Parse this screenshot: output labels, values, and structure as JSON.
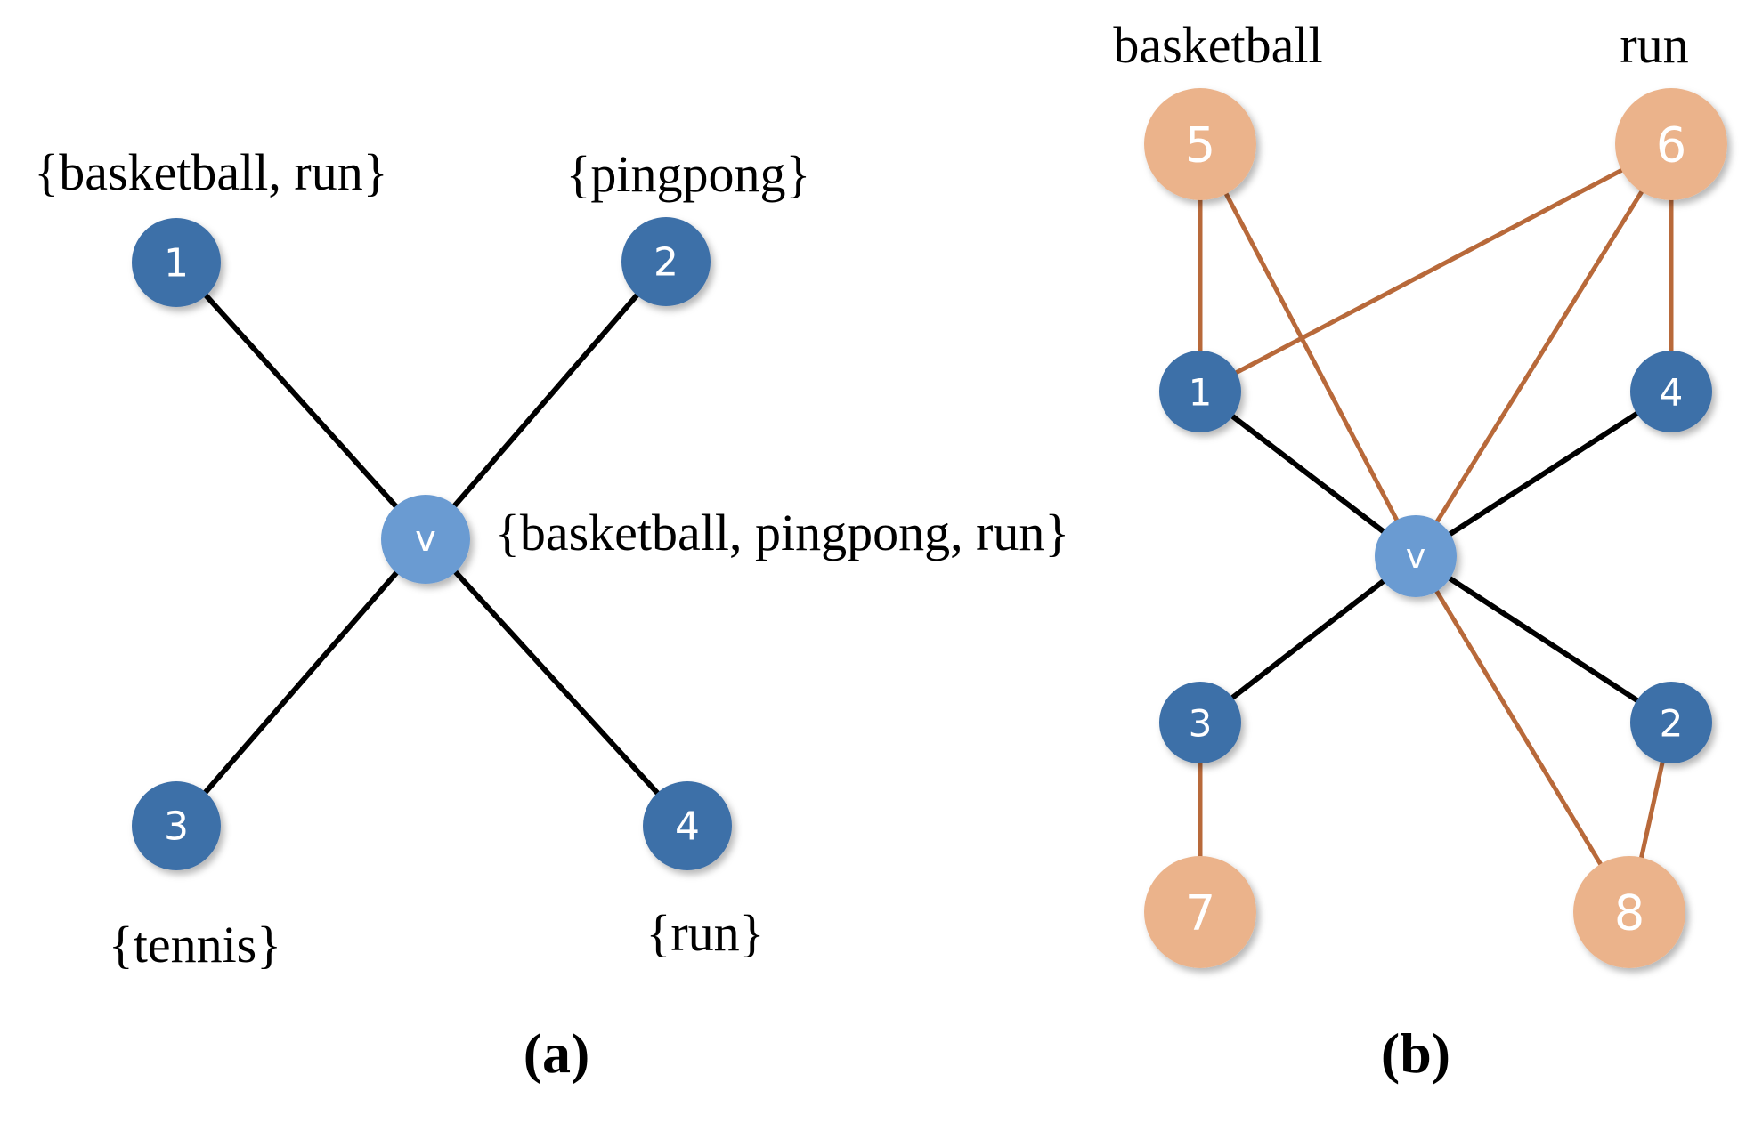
{
  "colors": {
    "node_dark": "#3E6FA8",
    "node_light": "#6B9BD2",
    "node_orange": "#EBB38B",
    "edge_black": "#000000",
    "edge_orange": "#B8693A"
  },
  "panel_a": {
    "caption": "(a)",
    "nodes": [
      {
        "id": "v",
        "label": "v",
        "kind": "center"
      },
      {
        "id": "1",
        "label": "1",
        "kind": "user"
      },
      {
        "id": "2",
        "label": "2",
        "kind": "user"
      },
      {
        "id": "3",
        "label": "3",
        "kind": "user"
      },
      {
        "id": "4",
        "label": "4",
        "kind": "user"
      }
    ],
    "edges": [
      {
        "from": "v",
        "to": "1"
      },
      {
        "from": "v",
        "to": "2"
      },
      {
        "from": "v",
        "to": "3"
      },
      {
        "from": "v",
        "to": "4"
      }
    ],
    "attributes": {
      "v": "{basketball, pingpong, run}",
      "n1": "{basketball, run}",
      "n2": "{pingpong}",
      "n3": "{tennis}",
      "n4": "{run}"
    }
  },
  "panel_b": {
    "caption": "(b)",
    "nodes": [
      {
        "id": "v",
        "label": "v",
        "kind": "center"
      },
      {
        "id": "1",
        "label": "1",
        "kind": "user"
      },
      {
        "id": "2",
        "label": "2",
        "kind": "user"
      },
      {
        "id": "3",
        "label": "3",
        "kind": "user"
      },
      {
        "id": "4",
        "label": "4",
        "kind": "user"
      },
      {
        "id": "5",
        "label": "5",
        "kind": "attribute"
      },
      {
        "id": "6",
        "label": "6",
        "kind": "attribute"
      },
      {
        "id": "7",
        "label": "7",
        "kind": "attribute"
      },
      {
        "id": "8",
        "label": "8",
        "kind": "attribute"
      }
    ],
    "edges": [
      {
        "from": "v",
        "to": "1",
        "type": "social"
      },
      {
        "from": "v",
        "to": "2",
        "type": "social"
      },
      {
        "from": "v",
        "to": "3",
        "type": "social"
      },
      {
        "from": "v",
        "to": "4",
        "type": "social"
      },
      {
        "from": "5",
        "to": "1",
        "type": "attribute"
      },
      {
        "from": "5",
        "to": "v",
        "type": "attribute"
      },
      {
        "from": "6",
        "to": "1",
        "type": "attribute"
      },
      {
        "from": "6",
        "to": "v",
        "type": "attribute"
      },
      {
        "from": "6",
        "to": "4",
        "type": "attribute"
      },
      {
        "from": "3",
        "to": "7",
        "type": "attribute"
      },
      {
        "from": "v",
        "to": "8",
        "type": "attribute"
      },
      {
        "from": "2",
        "to": "8",
        "type": "attribute"
      }
    ],
    "attribute_labels": {
      "n5": "basketball",
      "n6": "run"
    }
  }
}
